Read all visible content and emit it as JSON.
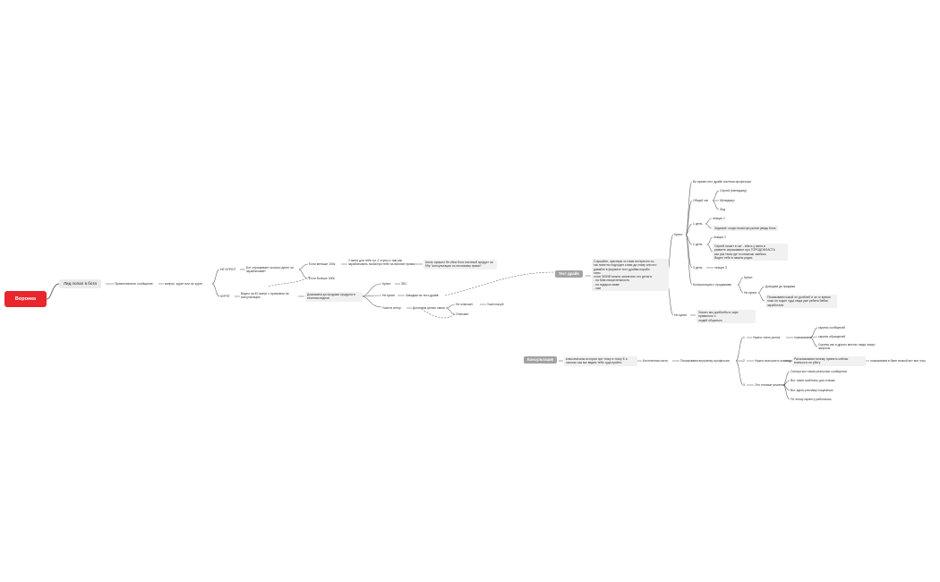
{
  "root": "Воронка",
  "lead": "Лид попал в бота",
  "greeting": "Приветсвенное сообщение",
  "question": "вопрос: курит или не курит",
  "not_smoking": "НЕ КУРЮТ",
  "not_smoking_ask": "Бот спрашивает сколько денег он зарабатывает",
  "income_less": "Если меньше 100к",
  "income_less_text": "У меня для тебя тут 2 ступы и там как зарабатывать посмотри тебе на вагонке прямо",
  "after_text": "Алгас пришел бе обла бота пахлный продукт за 99р \"консультация по экономику прямо\"",
  "income_more": "Если больше 300к",
  "smoking": "КУРЯТ",
  "smoking_video": "Видео на 40 минут с призывом на консультацию",
  "warmup": "Дожимаем до продажи продукта в течении недели",
  "bought": "Купил",
  "bought_res": "ЗБС",
  "not_bought": "Не купил",
  "call_test": "Заводим на тест-драйв",
  "went_silent": "Ушел в игнор",
  "chain": "Догоняем цепью связи",
  "no_answer": "Не отвечает",
  "went_away": "Ушел нахуй",
  "answers": "Отвечает",
  "test_drive": "Тест драйв",
  "test_drive_desc": "Слушайте, чувствую что вам интересно со-\nтак понятно подходит к вам да снизу или кто\nдавайте в формате тест драйва порабо\nтаем\nстоит 5000₽ можно заплатить это деньги:\n- на благотворительность\n- на подарок маме\n- сам",
  "bought2": "Купил",
  "access": "Во время тест драйв система профессии",
  "general_chat": "Общий чат",
  "sergey": "Сергей (менеджер)",
  "manager": "Менеджер",
  "lead_item": "Лид",
  "day1": "1 день",
  "lecture1": "лекция 1",
  "task1": "Задание: когда посмотри рынок увидь боль",
  "day2": "2 день",
  "lecture2": "лекция 2",
  "day2_text": "Сергей пишет в чат - ебать у меня в\nрамкете спрашивают про ГОРОДОБЛАСТЬ\nкак раз тема где ты можешь заебись\nВидел тебя в нашем рядах",
  "day3": "3 день",
  "lecture3": "лекция 3",
  "consult": "Консультация с продажами",
  "bought3": "Купил",
  "not_bought3": "Не купил",
  "push_sale": "Доводим до продажи",
  "show_case": "Показываем какой он долбоеб и за то время\nпока он ходил туда сюда уже ребята бабки\nзаработали",
  "not_bought2": "Не купил",
  "not_bought2_text": "Значит мы долбоебы в чаре правильно с\nлюдей общаться",
  "consultation": "Консультация",
  "consult_story": "классическая история про точку в точку Б и\nсколько как мы ведем тебя туда прийти",
  "practical": "Бесплатная часть",
  "show_profession": "Показываем внутрянку профессии",
  "num1": "1",
  "market_need": "Нужно знать рынок",
  "showing": "показываем",
  "screens_msgs": "скрины сообщений",
  "screens_apps": "скрины обращений",
  "screens_chats": "Скрины как в других местах люди пишут\nзапросы",
  "num2": "2",
  "need_team": "Нужно выстроить команду",
  "team_show": "Рассказываем почему принять сейчас\nвлиться в не убегу",
  "team_result": "показываем в бане всякой вот все хочь",
  "num3": "3",
  "ready": "Это готовые решения",
  "ready1": "Смотри вот такие реальные сообщения",
  "ready2": "Вот такие шаблоны для отзыва",
  "ready3": "Вот здесь рекламу покупаешь",
  "ready4": "По этому скрипту работаешь",
  "colors": {
    "root": "#e8262c",
    "node_gray": "#a3a3a3",
    "node_light": "#ebebeb",
    "line": "#6b6b6b"
  }
}
